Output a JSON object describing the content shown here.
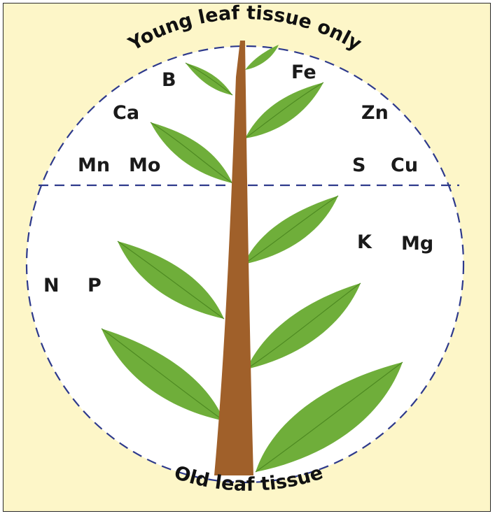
{
  "labels": {
    "top": "Young leaf tissue only",
    "bottom": "Old leaf tissue"
  },
  "young_leaf_elements": [
    "B",
    "Fe",
    "Ca",
    "Zn",
    "Mn",
    "Mo",
    "S",
    "Cu"
  ],
  "old_leaf_elements": [
    "K",
    "Mg",
    "N",
    "P"
  ],
  "colors": {
    "background": "#fdf6c8",
    "circle_fill": "#ffffff",
    "dashed_line": "#2e3a8c",
    "stem": "#a0602a",
    "leaf": "#6fae3a",
    "leaf_vein": "#4e8a22"
  }
}
